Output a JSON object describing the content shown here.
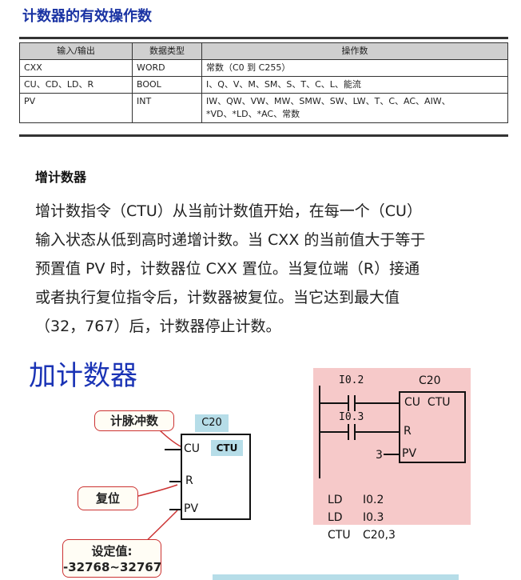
{
  "section_title": "计数器的有效操作数",
  "ops_table": {
    "headers": [
      "输入/输出",
      "数据类型",
      "操作数"
    ],
    "rows": [
      [
        "CXX",
        "WORD",
        "常数（C0 到 C255）"
      ],
      [
        "CU、CD、LD、R",
        "BOOL",
        "I、Q、V、M、SM、S、T、C、L、能流"
      ],
      [
        "PV",
        "INT",
        "IW、QW、VW、MW、SMW、SW、LW、T、C、AC、AIW、",
        "*VD、*LD、*AC、常数"
      ]
    ]
  },
  "ctu_heading": "增计数器",
  "ctu_paragraph": [
    "增计数指令（CTU）从当前计数值开始，在每一个（CU）",
    "输入状态从低到高时递增计数。当 CXX 的当前值大于等于",
    "预置值 PV 时，计数器位 CXX 置位。当复位端（R）接通",
    "或者执行复位指令后，计数器被复位。当它达到最大值",
    "（32，767）后，计数器停止计数。"
  ],
  "diagram": {
    "title": "加计数器",
    "callout_pulse": "计脉冲数",
    "callout_reset": "复位",
    "callout_preset_line1": "设定值:",
    "callout_preset_line2": "-32768~32767",
    "counter_tag": "C20",
    "ctu_label": "CTU",
    "pin_cu": "CU",
    "pin_r": "R",
    "pin_pv": "PV"
  },
  "ladder": {
    "contact1": "I0.2",
    "contact2": "I0.3",
    "counter": "C20",
    "box_top": "CU  CTU",
    "box_r": "R",
    "box_pv": "PV",
    "pv_value": "3",
    "il": [
      {
        "op": "LD",
        "arg": "I0.2"
      },
      {
        "op": "LD",
        "arg": "I0.3"
      },
      {
        "op": "CTU",
        "arg": "C20,3"
      }
    ]
  },
  "colors": {
    "heading_blue": "#1a33a3",
    "ladder_bg": "#f6c9c9",
    "tag_bg": "#b6dde8",
    "callout_border": "#cc3333"
  }
}
